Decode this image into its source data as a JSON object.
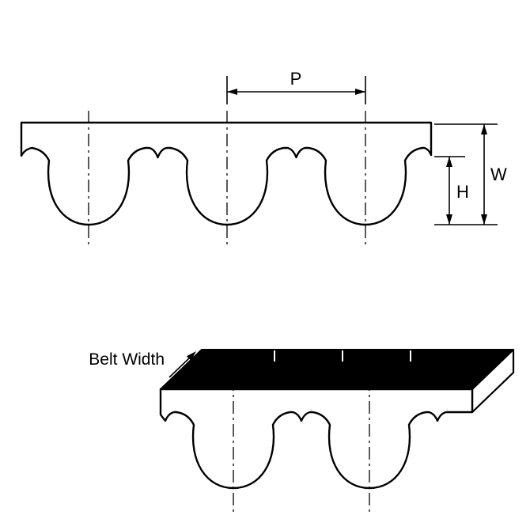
{
  "labels": {
    "pitch": "P",
    "overall_height": "W",
    "tooth_height": "H",
    "belt_width": "Belt Width"
  },
  "colors": {
    "line": "#000000",
    "top_surface": "#000000",
    "belt_face": "#ffffff",
    "background": "#ffffff"
  }
}
